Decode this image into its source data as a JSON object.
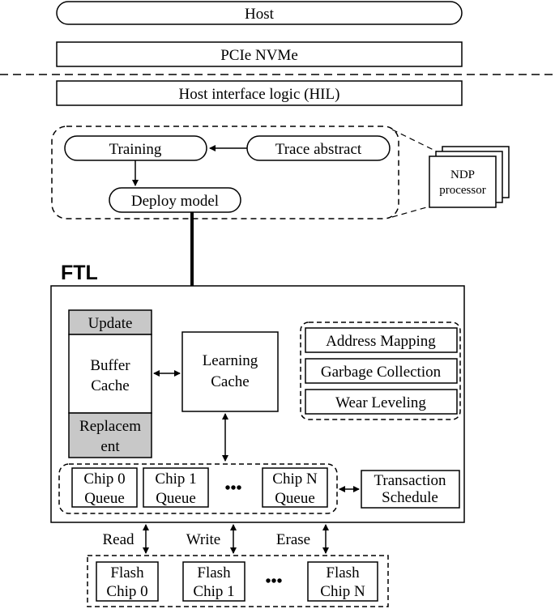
{
  "host": "Host",
  "pcie": "PCIe NVMe",
  "hil": "Host interface logic (HIL)",
  "ndp": {
    "training": "Training",
    "trace": "Trace abstract",
    "deploy": "Deploy model",
    "processor_line1": "NDP",
    "processor_line2": "processor"
  },
  "ftl": {
    "title": "FTL",
    "update": "Update",
    "buffer_line1": "Buffer",
    "buffer_line2": "Cache",
    "replacement_line1": "Replacem",
    "replacement_line2": "ent",
    "learning_line1": "Learning",
    "learning_line2": "Cache",
    "address_mapping": "Address Mapping",
    "garbage_collection": "Garbage Collection",
    "wear_leveling": "Wear Leveling",
    "chip0_line1": "Chip 0",
    "chip1_line1": "Chip 1",
    "chipn_line1": "Chip N",
    "queue": "Queue",
    "dots": "•••",
    "transaction_line1": "Transaction",
    "transaction_line2": "Schedule"
  },
  "ops": {
    "read": "Read",
    "write": "Write",
    "erase": "Erase"
  },
  "flash": {
    "line1": "Flash",
    "chip0": "Chip 0",
    "chip1": "Chip 1",
    "chipn": "Chip N",
    "dots": "•••"
  },
  "colors": {
    "stroke": "#000000",
    "gray_fill": "#c8c8c8",
    "background": "#ffffff"
  }
}
